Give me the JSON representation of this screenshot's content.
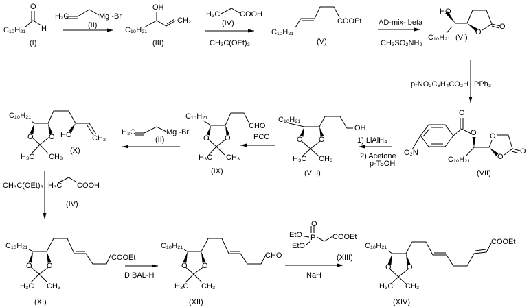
{
  "compounds": {
    "I": {
      "label": "(I)",
      "chain": "C₁₀H₂₁",
      "o": "O",
      "h": "H"
    },
    "III": {
      "label": "(III)",
      "chain": "C₁₀H₂₁",
      "oh": "OH",
      "ch2": "CH₂"
    },
    "V": {
      "label": "(V)",
      "chain": "C₁₀H₂₁",
      "ester": "COOEt"
    },
    "VI": {
      "label": "(VI)",
      "chain": "C₁₀H₂₁",
      "ho": "HO",
      "o_ring": "O",
      "o_keto": "O"
    },
    "VII": {
      "label": "(VII)",
      "chain": "C₁₀H₂₁",
      "no2": "O₂N",
      "o_carbonyl": "O",
      "o_ester": "O",
      "o_ring1": "O",
      "o_ring2": "O",
      "o_keto": "O"
    },
    "VIII": {
      "label": "(VIII)",
      "chain": "C₁₀H₂₁",
      "oh": "OH",
      "o1": "O",
      "o2": "O",
      "me1": "H₃C",
      "me2": "CH₃"
    },
    "IX": {
      "label": "(IX)",
      "chain": "C₁₀H₂₁",
      "cho": "CHO",
      "o1": "O",
      "o2": "O",
      "me1": "H₃C",
      "me2": "CH₃"
    },
    "X": {
      "label": "(X)",
      "chain": "C₁₀H₂₁",
      "ho": "HO",
      "ch2": "CH₂",
      "o1": "O",
      "o2": "O",
      "me1": "H₃C",
      "me2": "CH₃"
    },
    "XI": {
      "label": "(XI)",
      "chain": "C₁₀H₂₁",
      "ester": "COOEt",
      "o1": "O",
      "o2": "O",
      "me1": "H₃C",
      "me2": "CH₃"
    },
    "XII": {
      "label": "(XII)",
      "chain": "C₁₀H₂₁",
      "cho": "CHO",
      "o1": "O",
      "o2": "O",
      "me1": "H₃C",
      "me2": "CH₃"
    },
    "XIV": {
      "label": "(XIV)",
      "chain": "C₁₀H₂₁",
      "ester": "COOEt",
      "o1": "O",
      "o2": "O",
      "me1": "H₃C",
      "me2": "CH₃"
    }
  },
  "reagents": {
    "step1": {
      "h2c": "H₂C",
      "mgbr": "Mg -Br",
      "label": "(II)"
    },
    "step2": {
      "h3c": "H₃C",
      "cooh": "COOH",
      "label": "(IV)",
      "below": "CH₃C(OEt)₃"
    },
    "step3": {
      "above": "AD-mix- beta",
      "below": "CH₃SO₂NH₂"
    },
    "step4": {
      "left": "p-NO₂C₆H₄CO₂H",
      "right": "PPh₃"
    },
    "step5": {
      "line1": "1) LiAlH₄",
      "line2": "2) Acetone",
      "line3": "p-TsOH"
    },
    "step6": {
      "above": "PCC"
    },
    "step7": {
      "h2c": "H₂C",
      "mgbr": "Mg -Br",
      "label": "(II)"
    },
    "step8": {
      "left": "CH₃C(OEt)₃",
      "h3c": "H₃C",
      "cooh": "COOH",
      "label": "(IV)"
    },
    "step9": {
      "below": "DIBAL-H"
    },
    "step10": {
      "eto1": "EtO",
      "eto2": "EtO",
      "p": "P",
      "o": "O",
      "ester": "COOEt",
      "label": "(XIII)",
      "below": "NaH"
    }
  }
}
